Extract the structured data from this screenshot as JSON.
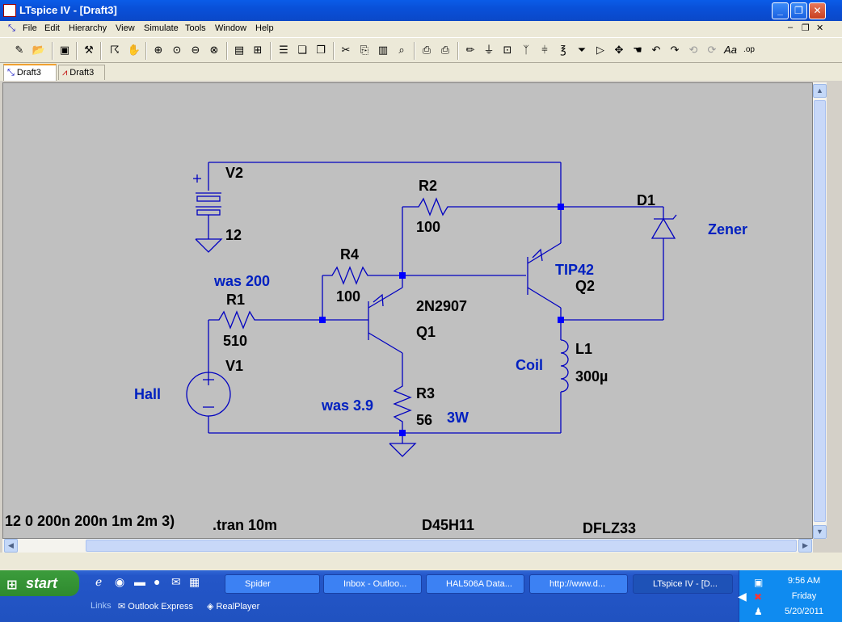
{
  "window": {
    "title": "LTspice IV - [Draft3]",
    "min": "_",
    "max": "❐",
    "close": "✕"
  },
  "menu": [
    "File",
    "Edit",
    "Hierarchy",
    "View",
    "Simulate",
    "Tools",
    "Window",
    "Help"
  ],
  "mdi": {
    "min": "–",
    "restore": "❐",
    "close": "✕"
  },
  "tabs": [
    {
      "label": "Draft3"
    },
    {
      "label": "Draft3"
    }
  ],
  "schematic": {
    "v2_name": "V2",
    "v2_value": "12",
    "r2_name": "R2",
    "r2_value": "100",
    "d1_name": "D1",
    "d1_note": "Zener",
    "r4_name": "R4",
    "r4_value": "100",
    "q2_model": "TIP42",
    "q2_name": "Q2",
    "r1_note": "was 200",
    "r1_name": "R1",
    "r1_value": "510",
    "q1_model": "2N2907",
    "q1_name": "Q1",
    "v1_name": "V1",
    "v1_note": "Hall",
    "l1_name": "L1",
    "l1_value": "300µ",
    "l1_note": "Coil",
    "r3_name": "R3",
    "r3_value": "56",
    "r3_note": "was 3.9",
    "r3_power": "3W",
    "pulse": "12 0 200n 200n 1m 2m 3)",
    "tran": ".tran 10m",
    "q2_alt": "D45H11",
    "d1_model": "DFLZ33"
  },
  "taskbar": {
    "start": "start",
    "items": [
      "Spider",
      "Inbox - Outloo...",
      "HAL506A Data...",
      "http://www.d...",
      "LTspice IV - [D..."
    ],
    "quicklaunch": [
      "Links",
      "Outlook Express",
      "RealPlayer"
    ],
    "time": "9:56 AM",
    "day": "Friday",
    "date": "5/20/2011"
  },
  "colors": {
    "wire": "#0000c0",
    "node": "#0000ff",
    "label": "#0020c0",
    "text": "#000000"
  }
}
